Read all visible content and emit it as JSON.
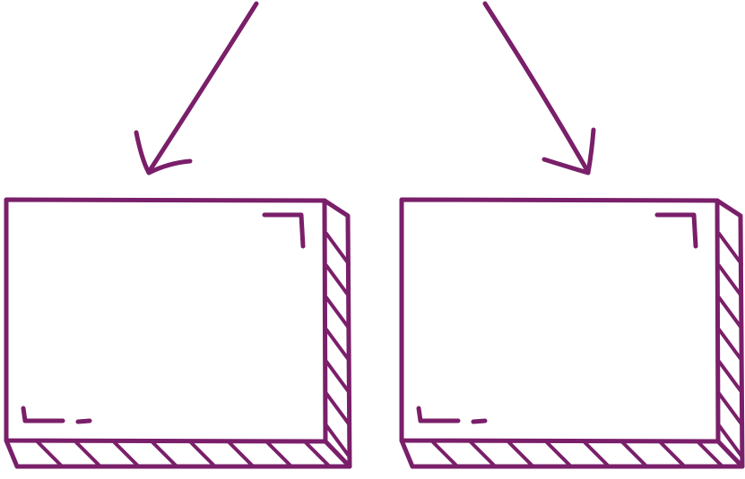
{
  "diagram": {
    "ink_color": "#7a1f6a",
    "background": "#ffffff",
    "elements": [
      {
        "kind": "arrow",
        "name": "left-arrow",
        "direction": "down-left",
        "points_to": "left-box"
      },
      {
        "kind": "arrow",
        "name": "right-arrow",
        "direction": "down-right",
        "points_to": "right-box"
      },
      {
        "kind": "box",
        "name": "left-box",
        "style": "3d-hatched",
        "label": ""
      },
      {
        "kind": "box",
        "name": "right-box",
        "style": "3d-hatched",
        "label": ""
      }
    ]
  }
}
